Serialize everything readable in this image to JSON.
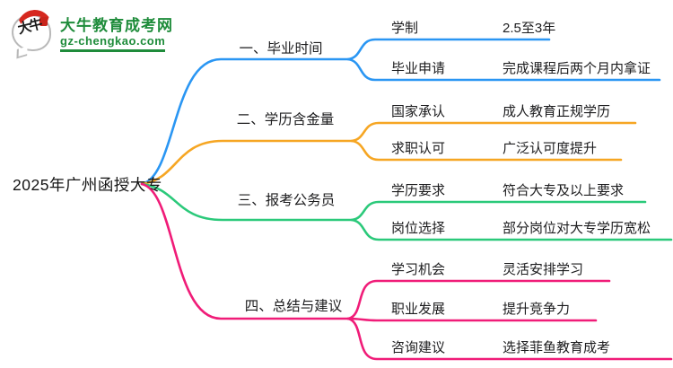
{
  "logo": {
    "icon_text": "大牛",
    "title": "大牛教育成考网",
    "domain": "gz-chengkao.com",
    "brand_color": "#1f8c3b"
  },
  "root": {
    "label": "2025年广州函授大专"
  },
  "branches": [
    {
      "label": "一、毕业时间",
      "color": "#2a96f3",
      "items": [
        {
          "label": "学制",
          "value": "2.5至3年"
        },
        {
          "label": "毕业申请",
          "value": "完成课程后两个月内拿证"
        }
      ]
    },
    {
      "label": "二、学历含金量",
      "color": "#f6a623",
      "items": [
        {
          "label": "国家承认",
          "value": "成人教育正规学历"
        },
        {
          "label": "求职认可",
          "value": "广泛认可度提升"
        }
      ]
    },
    {
      "label": "三、报考公务员",
      "color": "#2bc97a",
      "items": [
        {
          "label": "学历要求",
          "value": "符合大专及以上要求"
        },
        {
          "label": "岗位选择",
          "value": "部分岗位对大专学历宽松"
        }
      ]
    },
    {
      "label": "四、总结与建议",
      "color": "#f01c78",
      "items": [
        {
          "label": "学习机会",
          "value": "灵活安排学习"
        },
        {
          "label": "职业发展",
          "value": "提升竞争力"
        },
        {
          "label": "咨询建议",
          "value": "选择菲鱼教育成考"
        }
      ]
    }
  ]
}
